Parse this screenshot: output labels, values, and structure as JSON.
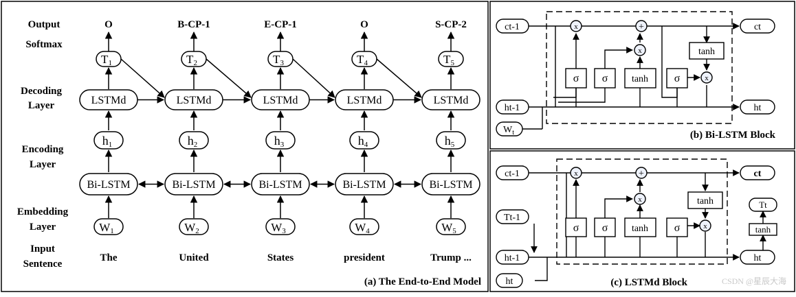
{
  "panel_a": {
    "caption": "(a) The End-to-End Model",
    "row_labels": {
      "output": "Output",
      "softmax": "Softmax",
      "decoding_1": "Decoding",
      "decoding_2": "Layer",
      "encoding_1": "Encoding",
      "encoding_2": "Layer",
      "embedding_1": "Embedding",
      "embedding_2": "Layer",
      "input_1": "Input",
      "input_2": "Sentence"
    },
    "columns": [
      {
        "output": "O",
        "softmax": "T",
        "sub": "1",
        "decoder": "LSTMd",
        "hidden": "h",
        "encoder": "Bi-LSTM",
        "embedding": "W",
        "word": "The"
      },
      {
        "output": "B-CP-1",
        "softmax": "T",
        "sub": "2",
        "decoder": "LSTMd",
        "hidden": "h",
        "encoder": "Bi-LSTM",
        "embedding": "W",
        "word": "United"
      },
      {
        "output": "E-CP-1",
        "softmax": "T",
        "sub": "3",
        "decoder": "LSTMd",
        "hidden": "h",
        "encoder": "Bi-LSTM",
        "embedding": "W",
        "word": "States"
      },
      {
        "output": "O",
        "softmax": "T",
        "sub": "4",
        "decoder": "LSTMd",
        "hidden": "h",
        "encoder": "Bi-LSTM",
        "embedding": "W",
        "word": "president"
      },
      {
        "output": "S-CP-2",
        "softmax": "T",
        "sub": "5",
        "decoder": "LSTMd",
        "hidden": "h",
        "encoder": "Bi-LSTM",
        "embedding": "W",
        "word": "Trump ..."
      }
    ]
  },
  "panel_b": {
    "caption": "(b) Bi-LSTM Block",
    "in_cell": "ct-1",
    "out_cell": "ct",
    "in_hidden": "ht-1",
    "out_hidden": "ht",
    "input": "W",
    "input_sub": "t",
    "sigma": "σ",
    "tanh": "tanh",
    "mult": "x",
    "add": "+"
  },
  "panel_c": {
    "caption": "(c) LSTMd Block",
    "in_cell": "ct-1",
    "out_cell": "ct",
    "in_tag": "Tt-1",
    "in_hidden": "ht-1",
    "out_hidden": "ht",
    "input": "ht",
    "out_tag": "Tt",
    "sigma": "σ",
    "tanh": "tanh",
    "mult": "x",
    "add": "+",
    "watermark": "CSDN @星辰大海"
  }
}
